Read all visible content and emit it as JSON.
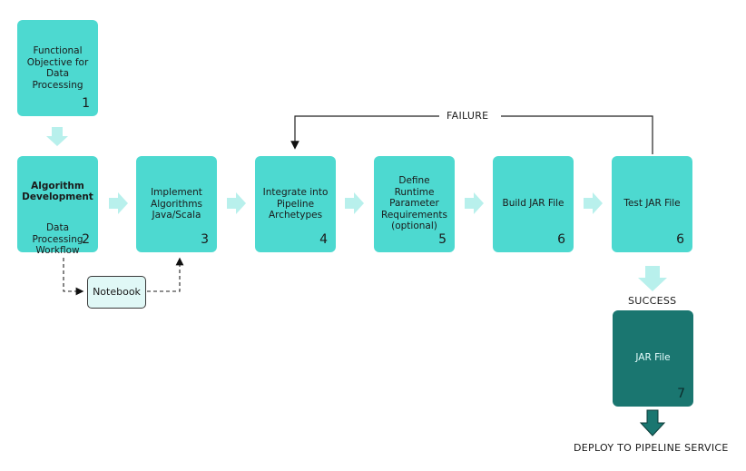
{
  "steps": [
    {
      "title": "",
      "text": "Functional\nObjective for\nData\nProcessing",
      "number": "1"
    },
    {
      "title": "Algorithm\nDevelopment",
      "text": "Data\nProcessing\nWorkflow",
      "number": "2"
    },
    {
      "title": "",
      "text": "Implement\nAlgorithms\nJava/Scala",
      "number": "3"
    },
    {
      "title": "",
      "text": "Integrate into\nPipeline\nArchetypes",
      "number": "4"
    },
    {
      "title": "",
      "text": "Define\nRuntime\nParameter\nRequirements\n(optional)",
      "number": "5"
    },
    {
      "title": "",
      "text": "Build JAR File",
      "number": "6"
    },
    {
      "title": "",
      "text": "Test JAR File",
      "number": "6"
    },
    {
      "title": "",
      "text": "JAR File",
      "number": "7"
    }
  ],
  "labels": {
    "notebook": "Notebook",
    "failure": "FAILURE",
    "success": "SUCCESS",
    "deploy": "DEPLOY TO PIPELINE SERVICE"
  },
  "colors": {
    "box": "#4dd9d0",
    "box_dark": "#1a7670",
    "arrow_light": "#b8f0ec",
    "arrow_dark": "#1a7670",
    "notebook_bg": "#e0f8f6"
  }
}
